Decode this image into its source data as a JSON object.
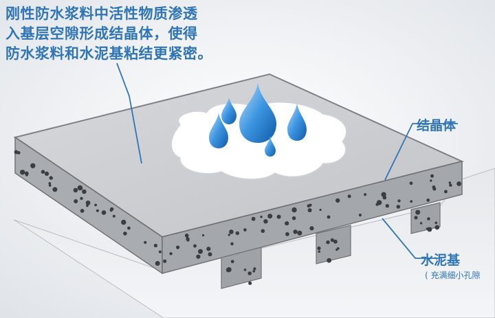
{
  "caption": {
    "lines": [
      "刚性防水浆料中活性物质渗透",
      "入基层空隙形成结晶体，使得",
      "防水浆料和水泥基粘结更紧密。"
    ]
  },
  "labels": {
    "crystal": "结晶体",
    "cement": "水泥基",
    "cement_note": "( 充满细小孔隙"
  },
  "colors": {
    "label_blue": "#2f75b5",
    "slab_top": "#c9cbcf",
    "slab_side": "#aeb1b6",
    "water": "#ffffff",
    "droplet": "#3f8fd6"
  }
}
